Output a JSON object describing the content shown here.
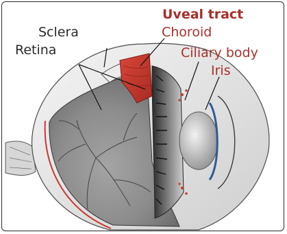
{
  "labels": {
    "sclera": "Sclera",
    "retina": "Retina",
    "uveal_tract": "Uveal tract",
    "choroid": "Choroid",
    "ciliary_body": "Ciliary body",
    "iris": "Iris"
  },
  "colors": {
    "label_black": "#2b2b2b",
    "label_red": "#a8302a",
    "choroid_fill": "#c8382c",
    "retina_fill": "#8a8a8a",
    "sclera_fill": "#e4e4e4"
  }
}
